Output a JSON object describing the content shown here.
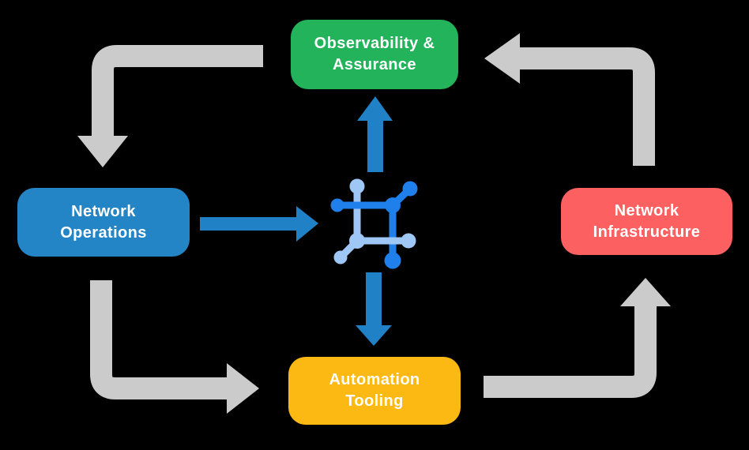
{
  "diagram": {
    "background_color": "#000000",
    "nodes": {
      "observability": {
        "line1": "Observability &",
        "line2": "Assurance",
        "color": "#23b45b"
      },
      "operations": {
        "line1": "Network",
        "line2": "Operations",
        "color": "#2385c6"
      },
      "infrastructure": {
        "line1": "Network",
        "line2": "Infrastructure",
        "color": "#fc6060"
      },
      "automation": {
        "line1": "Automation",
        "line2": "Tooling",
        "color": "#fdb913"
      }
    },
    "center_icon": {
      "name": "network-automation-icon",
      "color_primary": "#1f80ec",
      "color_secondary": "#9fc7f6"
    },
    "arrows": {
      "gray_color": "#cbcbcb",
      "blue_color": "#2181c6",
      "cycle": [
        "observability -> operations",
        "operations -> automation",
        "automation -> infrastructure",
        "infrastructure -> observability"
      ],
      "hub": [
        "operations -> center",
        "center -> observability",
        "center -> automation"
      ]
    }
  }
}
